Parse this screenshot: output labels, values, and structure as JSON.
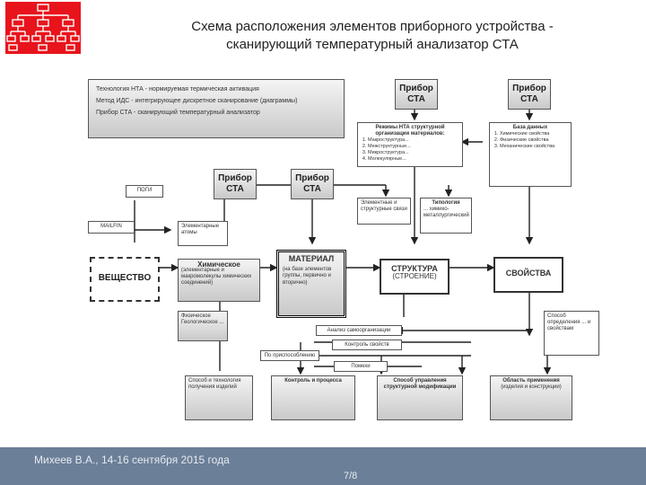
{
  "slide": {
    "title_line1": "Схема расположения элементов приборного устройства -",
    "title_line2": "сканирующий температурный анализатор СТА",
    "footer": "Михеев В.А., 14-16 сентября 2015 года",
    "page": "7/8"
  },
  "context": {
    "items": [
      "Технология НТА - нормируемая термическая активация",
      "Метод ИДС - интегрирующее дискретное сканирование (диаграммы)",
      "Прибор СТА - сканирующий температурный анализатор"
    ]
  },
  "boxes": {
    "pribor_sta_1": "Прибор СТА",
    "pribor_sta_2": "Прибор СТА",
    "pribor_sta_3": "Прибор СТА",
    "pribor_sta_4": "Прибор СТА",
    "pogi": "ПОГИ",
    "mailfin": "MAILFIN",
    "elementarnye": "Элементарные атомы",
    "veshchestvo": "ВЕЩЕСТВО",
    "himicheskoe": "Химическое",
    "himicheskoe_note": "(элементарные и макромолекулы химических соединений)",
    "fizicheskoe": "Физическое Геологическое ...",
    "material": "МАТЕРИАЛ",
    "material_note": "(на базе элементов группы, первично и вторично)",
    "struktura": "СТРУКТУРА",
    "struktura_note": "(СТРОЕНИЕ)",
    "svoystva": "СВОЙСТВА",
    "rezhimy_title": "Режимы НТА структурной организации материалов:",
    "rezhimy_items": [
      "Макроструктура...",
      "Межструктурные...",
      "Микроструктура...",
      "Молекулярные..."
    ],
    "baza_title": "База данных",
    "baza_items": [
      "Химические свойства",
      "Физические свойства",
      "Механические свойства"
    ],
    "elementnye": "Элементные и структурные связи",
    "tipologiya": "Типология",
    "tipologiya_note": "... химико-металлургический",
    "sposob_right": "Способ определения ... и свойствам",
    "analiz": "Анализ самоорганизации",
    "kontrol_svoystv": "Контроль свойств",
    "po_prisposobleniyu": "По приспособлению",
    "pomeha": "Помехи",
    "sposob_tehnologii": "Способ и технология получения изделий",
    "kontrol_processa": "Контроль и процесса",
    "sposob_upravleniya": "Способ управления структурной модификации",
    "oblast_primeneniya": "Область применения",
    "oblast_note": "(изделия и конструкции)"
  }
}
